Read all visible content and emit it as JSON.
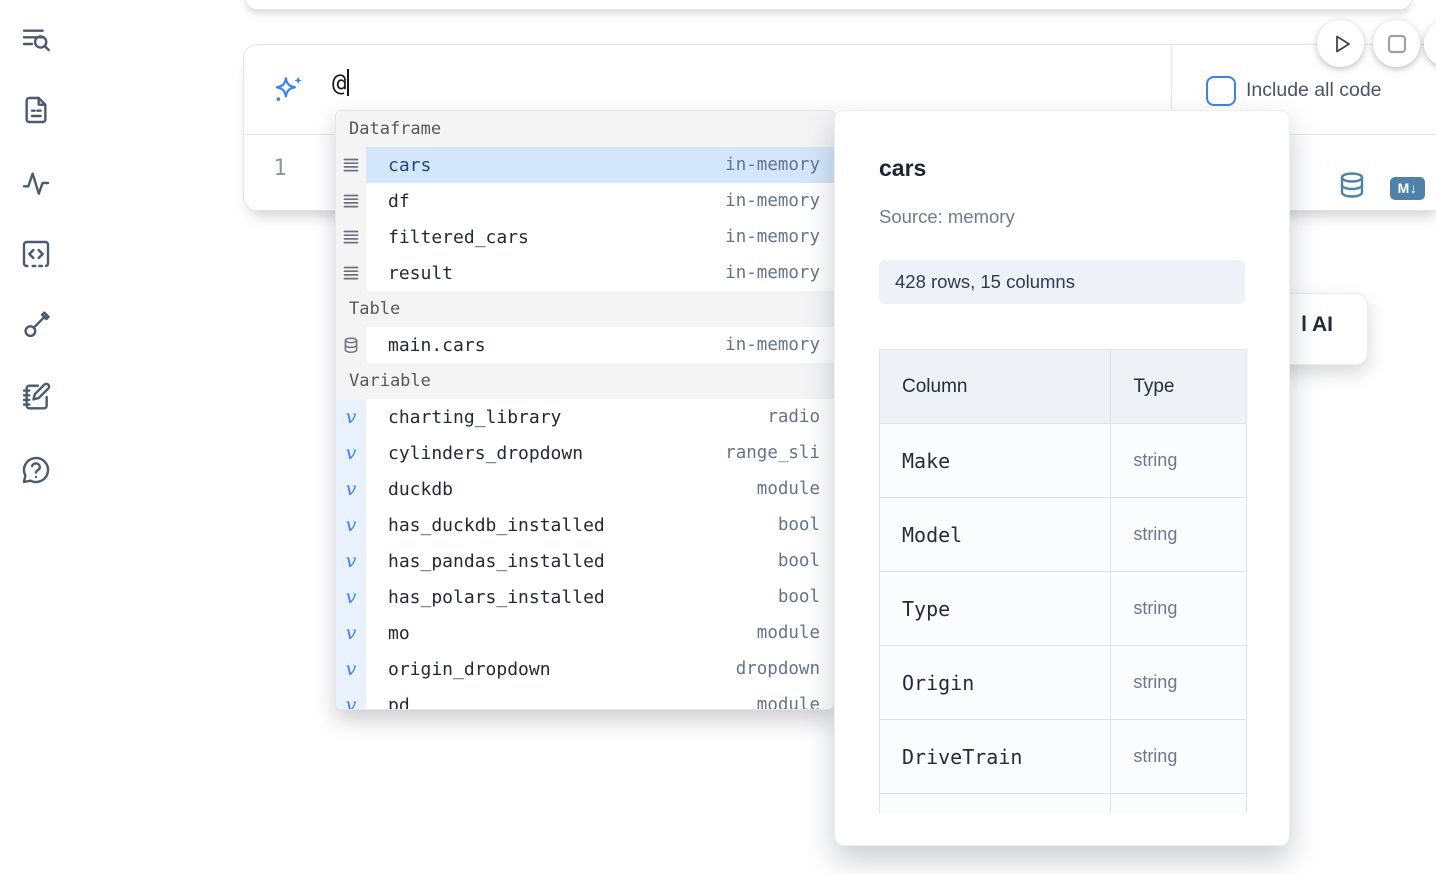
{
  "colors": {
    "accent_blue": "#3b82f6",
    "steel_blue": "#4e82aa",
    "selected_row_bg": "#d3e7fa",
    "selected_row_text": "#1d4a7d",
    "muted_text": "#64748b"
  },
  "sidebar": {
    "icons": [
      "list-search",
      "file-document",
      "activity",
      "code-square-dashed-bottom",
      "key",
      "notebook-pen",
      "help-chat"
    ]
  },
  "run_controls": {
    "play_icon": "play",
    "stop_icon": "stop"
  },
  "ai_prompt": {
    "value": "@",
    "include_all_code_label": "Include all code"
  },
  "code_cell": {
    "line_number": "1",
    "toolbar_icons": [
      "database",
      "markdown-export"
    ],
    "markdown_icon_label": "M↓"
  },
  "hidden_ai_button": {
    "visible_text": "l AI"
  },
  "autocomplete": {
    "sections": [
      {
        "label": "Dataframe",
        "kind": "dataframe",
        "items": [
          {
            "name": "cars",
            "type": "in-memory",
            "selected": true
          },
          {
            "name": "df",
            "type": "in-memory"
          },
          {
            "name": "filtered_cars",
            "type": "in-memory"
          },
          {
            "name": "result",
            "type": "in-memory"
          }
        ]
      },
      {
        "label": "Table",
        "kind": "table",
        "items": [
          {
            "name": "main.cars",
            "type": "in-memory"
          }
        ]
      },
      {
        "label": "Variable",
        "kind": "variable",
        "items": [
          {
            "name": "charting_library",
            "type": "radio"
          },
          {
            "name": "cylinders_dropdown",
            "type": "range_sli"
          },
          {
            "name": "duckdb",
            "type": "module"
          },
          {
            "name": "has_duckdb_installed",
            "type": "bool"
          },
          {
            "name": "has_pandas_installed",
            "type": "bool"
          },
          {
            "name": "has_polars_installed",
            "type": "bool"
          },
          {
            "name": "mo",
            "type": "module"
          },
          {
            "name": "origin_dropdown",
            "type": "dropdown"
          },
          {
            "name": "pd",
            "type": "module"
          }
        ]
      }
    ]
  },
  "preview_panel": {
    "title": "cars",
    "source": "Source: memory",
    "shape": "428 rows, 15 columns",
    "table": {
      "headers": [
        "Column",
        "Type"
      ],
      "rows": [
        {
          "column": "Make",
          "type": "string"
        },
        {
          "column": "Model",
          "type": "string"
        },
        {
          "column": "Type",
          "type": "string"
        },
        {
          "column": "Origin",
          "type": "string"
        },
        {
          "column": "DriveTrain",
          "type": "string"
        }
      ]
    }
  }
}
